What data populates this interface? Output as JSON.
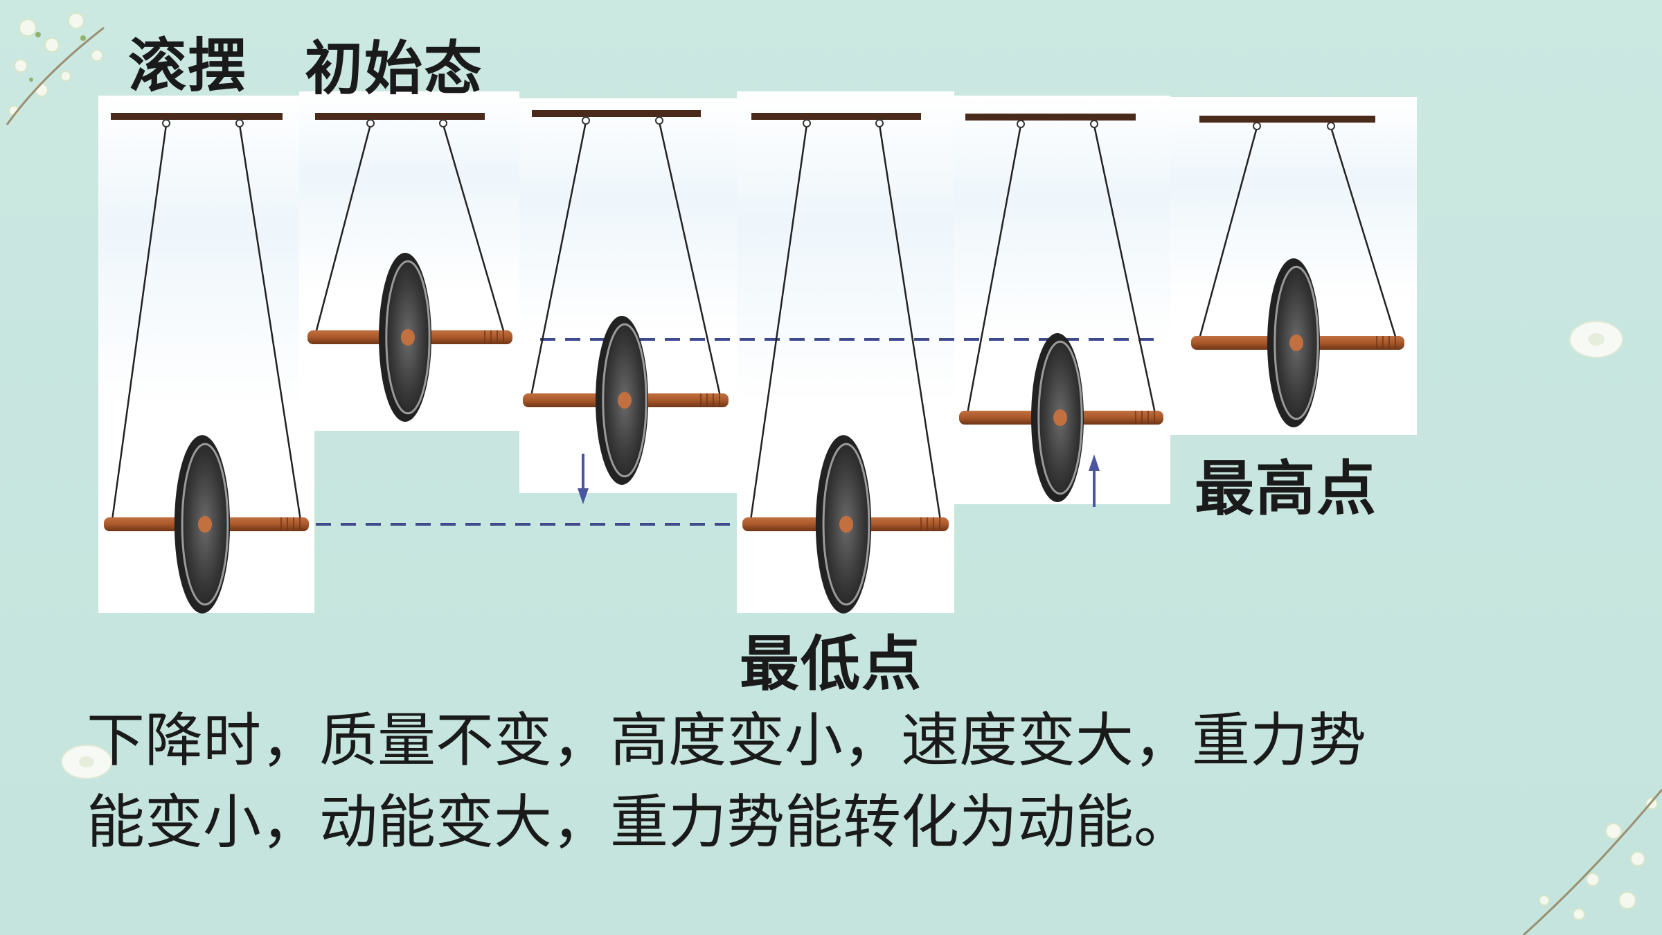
{
  "title": {
    "main": "滚摆",
    "sub": "初始态"
  },
  "labels": {
    "highest": "最高点",
    "lowest": "最低点"
  },
  "description": {
    "line1": "下降时，质量不变，高度变小，速度变大，重力势",
    "line2": "能变小，动能变大，重力势能转化为动能。"
  },
  "colors": {
    "background": "#c7e6df",
    "panel": "#ffffff",
    "axle": "#a9582a",
    "disc": "#3a3a3a",
    "dashed_line": "#3e4a8c",
    "arrow": "#4b55a0",
    "text": "#1a1a1a"
  },
  "icons": [
    "down-arrow-icon",
    "up-arrow-icon",
    "blossom-decoration-icon"
  ]
}
